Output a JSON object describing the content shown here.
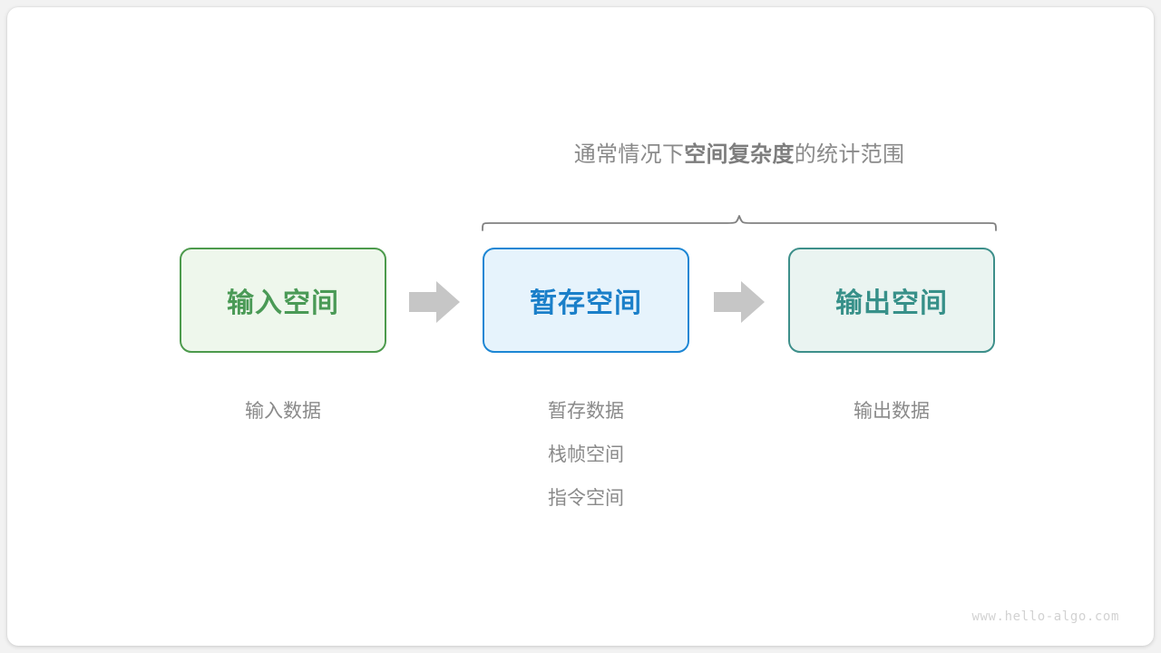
{
  "diagram": {
    "title_caption": {
      "prefix": "通常情况下",
      "emphasis": "空间复杂度",
      "suffix": "的统计范围"
    },
    "brace": {
      "icon": "curly-brace-up-icon",
      "color": "#808080"
    },
    "arrows": [
      {
        "icon": "right-arrow-icon",
        "color": "#c6c6c6"
      },
      {
        "icon": "right-arrow-icon",
        "color": "#c6c6c6"
      }
    ],
    "boxes": [
      {
        "label": "输入空间",
        "text_color": "#4a9a56",
        "border_color": "#4c9a4c",
        "fill_color": "#eef7ec",
        "sublabels": [
          "输入数据"
        ]
      },
      {
        "label": "暂存空间",
        "text_color": "#1a7fc9",
        "border_color": "#1c86d4",
        "fill_color": "#e6f3fc",
        "sublabels": [
          "暂存数据",
          "栈帧空间",
          "指令空间"
        ]
      },
      {
        "label": "输出空间",
        "text_color": "#379089",
        "border_color": "#3d8f8a",
        "fill_color": "#eaf4f1",
        "sublabels": [
          "输出数据"
        ]
      }
    ],
    "watermark": "www.hello-algo.com",
    "background_color": "#ffffff"
  }
}
